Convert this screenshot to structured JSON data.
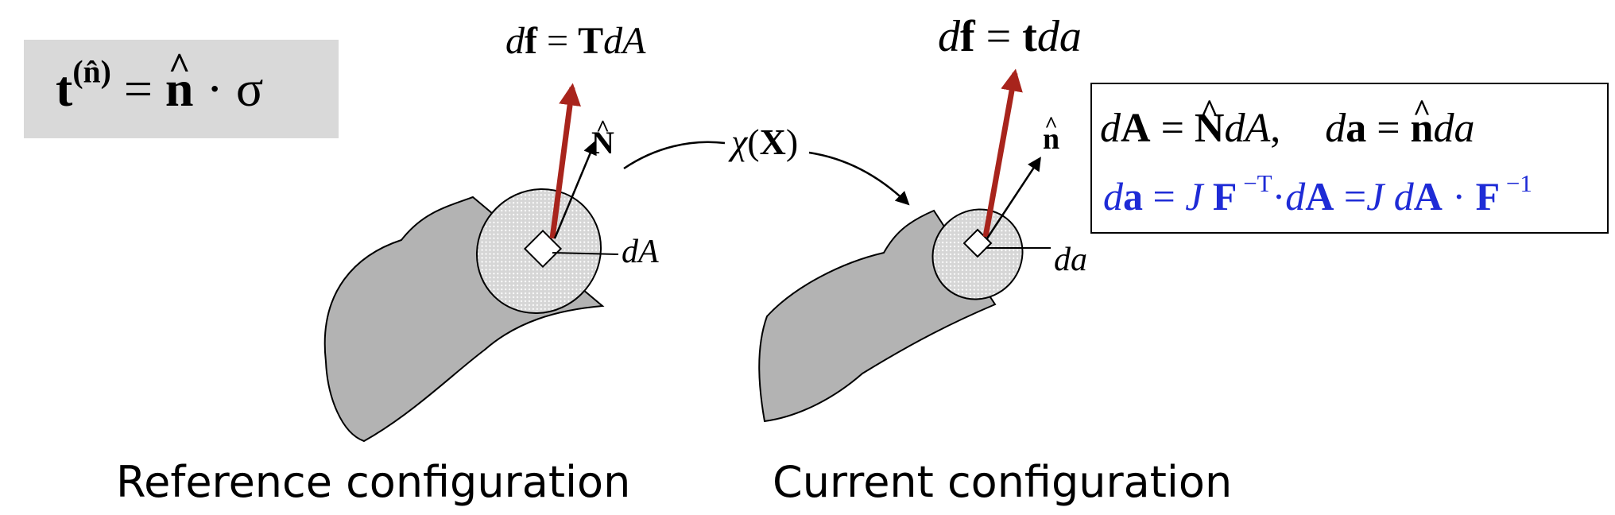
{
  "formulas": {
    "stress_vector": {
      "lhs": "t",
      "superscript": "(n̂)",
      "equals": " = ",
      "normal": "n",
      "dot": " · ",
      "sigma": "σ"
    },
    "reference_traction": {
      "d": "d",
      "f": "f",
      "eq": " = ",
      "T": "T",
      "dA": "dA"
    },
    "current_traction": {
      "d": "d",
      "f": "f",
      "eq": " = ",
      "t": "t",
      "da": "da"
    },
    "reference_normal": "N",
    "current_normal": "n",
    "mapping": {
      "chi": "χ",
      "open": "(",
      "X": "X",
      "close": ")"
    },
    "reference_area": "dA",
    "current_area": "da",
    "area_relations": {
      "d1": "d",
      "A1": "A",
      "eq1": " = ",
      "N": "N",
      "dA": "dA",
      "comma": ",",
      "d2": "d",
      "a2": "a",
      "eq2": " = ",
      "n": "n",
      "da": "da"
    },
    "nanson": {
      "d": "d",
      "a": "a",
      "eq1": " = ",
      "J1": "J",
      "F1": " F",
      "exp1": " −T",
      "dot1": "·",
      "dA1": "d",
      "A1": "A",
      "eq2": " =",
      "J2": "J",
      "dA2": " d",
      "A2": "A",
      "dot2": " · ",
      "F2": "F",
      "exp2": " −1"
    }
  },
  "captions": {
    "reference": "Reference configuration",
    "current": "Current configuration"
  },
  "colors": {
    "body": "#b3b3b3",
    "surface": "#d6d6d6",
    "traction_arrow": "#a8241c",
    "nanson_text": "#1e2bd6",
    "formula_box": "#d9d9d9"
  }
}
